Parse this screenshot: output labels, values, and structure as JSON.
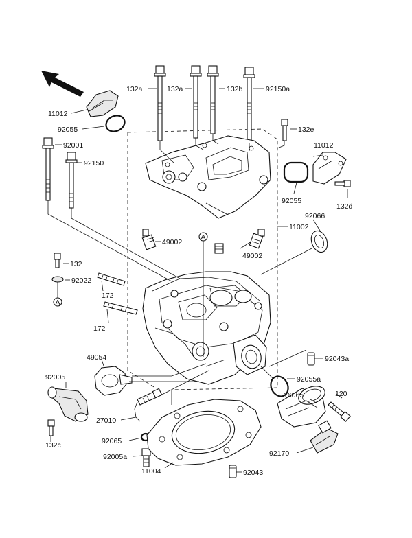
{
  "labels": {
    "l_132a_1": "132a",
    "l_132a_2": "132a",
    "l_132b": "132b",
    "l_92150a": "92150a",
    "l_11012_left": "11012",
    "l_92055_left": "92055",
    "l_132e": "132e",
    "l_11012_right": "11012",
    "l_92001": "92001",
    "l_92150": "92150",
    "l_92055_right": "92055",
    "l_132d": "132d",
    "l_92066": "92066",
    "l_11002": "11002",
    "l_49002_left": "49002",
    "l_49002_right": "49002",
    "l_132": "132",
    "l_92022": "92022",
    "l_172_1": "172",
    "l_172_2": "172",
    "l_49054": "49054",
    "l_92043a": "92043a",
    "l_92005": "92005",
    "l_92055a": "92055a",
    "l_16065": "16065",
    "l_120": "120",
    "l_27010": "27010",
    "l_132c": "132c",
    "l_92065": "92065",
    "l_92170": "92170",
    "l_92005a": "92005a",
    "l_11004": "11004",
    "l_92043": "92043",
    "ref_a": "A"
  },
  "icons": {
    "direction": "front-direction-arrow-icon",
    "reference": "reference-circle-icon"
  }
}
